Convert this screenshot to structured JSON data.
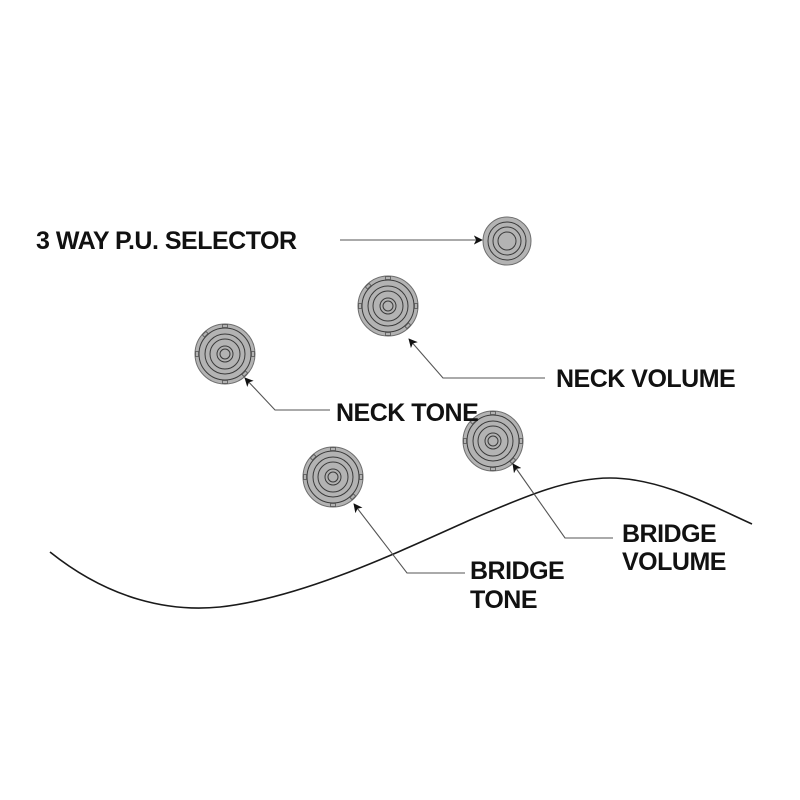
{
  "diagram": {
    "title": "Control layout",
    "colors": {
      "knob_fill": "#b3b3b3",
      "knob_rings": "#3a3a3a",
      "text": "#111111",
      "leader": "#555555",
      "outline": "#1a1a1a",
      "background": "#ffffff"
    },
    "controls": [
      {
        "id": "selector",
        "kind": "switch",
        "label_lines": [
          "3 WAY P.U. SELECTOR"
        ]
      },
      {
        "id": "neck-volume",
        "kind": "knob",
        "label_lines": [
          "NECK VOLUME"
        ]
      },
      {
        "id": "neck-tone",
        "kind": "knob",
        "label_lines": [
          "NECK TONE"
        ]
      },
      {
        "id": "bridge-volume",
        "kind": "knob",
        "label_lines": [
          "BRIDGE",
          "VOLUME"
        ]
      },
      {
        "id": "bridge-tone",
        "kind": "knob",
        "label_lines": [
          "BRIDGE",
          "TONE"
        ]
      }
    ]
  }
}
